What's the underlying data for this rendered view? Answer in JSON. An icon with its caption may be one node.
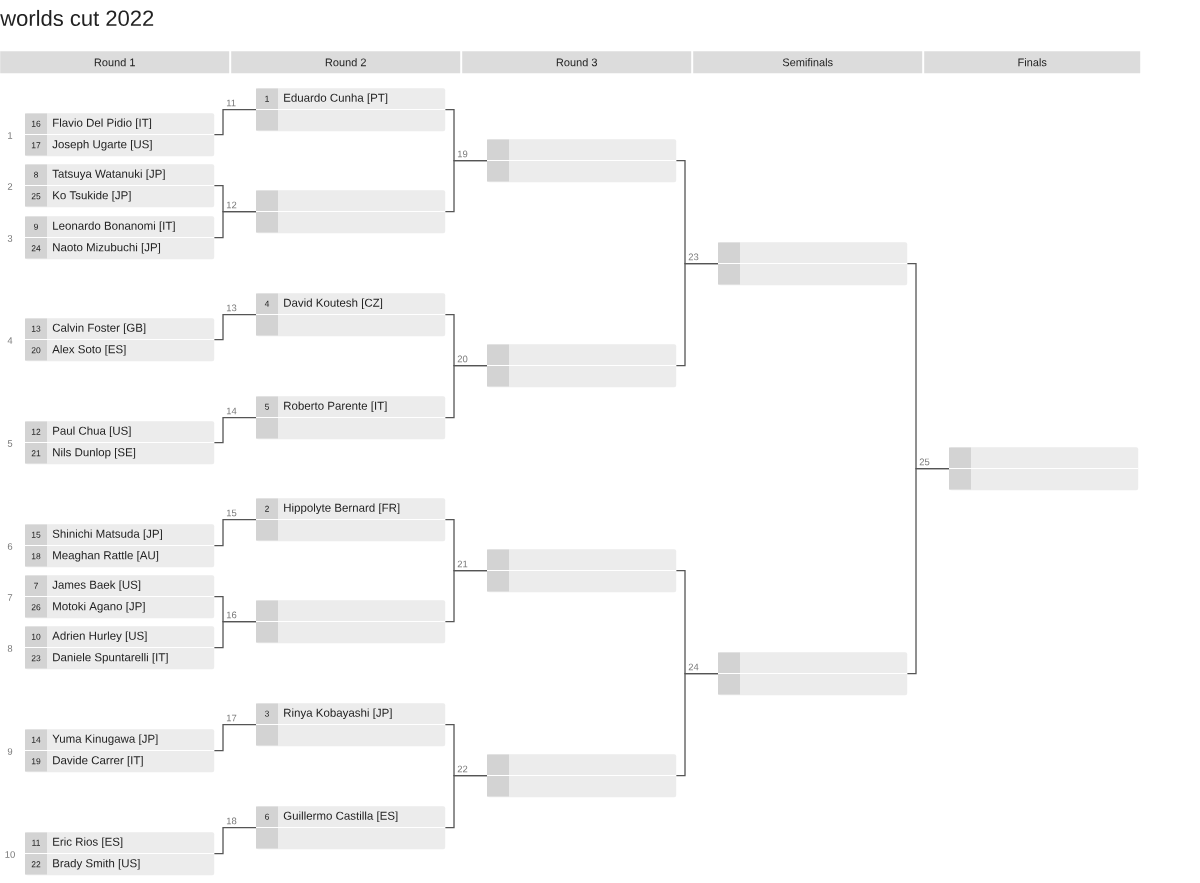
{
  "diagram": {
    "title": "worlds cut 2022",
    "nodes": [
      {
        "text": [
          "Round 1"
        ]
      },
      {
        "text": [
          "Round 2"
        ]
      },
      {
        "text": [
          "Round 3"
        ]
      },
      {
        "text": [
          "Semifinals"
        ]
      },
      {
        "text": [
          "Finals"
        ]
      },
      {
        "text": [
          "16",
          "Flavio Del Pidio [IT]",
          "17",
          "Joseph Ugarte [US]"
        ],
        "beside": [
          "1"
        ]
      },
      {
        "text": [
          "8",
          "Tatsuya Watanuki [JP]",
          "25",
          "Ko Tsukide [JP]"
        ],
        "beside": [
          "2"
        ]
      },
      {
        "text": [
          "9",
          "Leonardo Bonanomi [IT]",
          "24",
          "Naoto Mizubuchi [JP]"
        ],
        "beside": [
          "3"
        ]
      },
      {
        "text": [
          "13",
          "Calvin Foster [GB]",
          "20",
          "Alex Soto [ES]"
        ],
        "beside": [
          "4"
        ]
      },
      {
        "text": [
          "12",
          "Paul Chua [US]",
          "21",
          "Nils Dunlop [SE]"
        ],
        "beside": [
          "5"
        ]
      },
      {
        "text": [
          "15",
          "Shinichi Matsuda [JP]",
          "18",
          "Meaghan Rattle [AU]"
        ],
        "beside": [
          "6"
        ]
      },
      {
        "text": [
          "7",
          "James Baek [US]",
          "26",
          "Motoki Agano [JP]"
        ],
        "beside": [
          "7"
        ]
      },
      {
        "text": [
          "10",
          "Adrien Hurley [US]",
          "23",
          "Daniele Spuntarelli [IT]"
        ],
        "beside": [
          "8"
        ]
      },
      {
        "text": [
          "14",
          "Yuma Kinugawa [JP]",
          "19",
          "Davide Carrer [IT]"
        ],
        "beside": [
          "9"
        ]
      },
      {
        "text": [
          "11",
          "Eric Rios [ES]",
          "22",
          "Brady Smith [US]"
        ],
        "beside": [
          "10"
        ]
      },
      {
        "text": [
          "1",
          "Eduardo Cunha [PT]"
        ],
        "beside": [
          "11"
        ]
      },
      {
        "text": [],
        "shape": "box",
        "beside": [
          "12"
        ]
      },
      {
        "text": [
          "4",
          "David Koutesh [CZ]"
        ],
        "beside": [
          "13"
        ]
      },
      {
        "text": [
          "5",
          "Roberto Parente [IT]"
        ],
        "beside": [
          "14"
        ]
      },
      {
        "text": [
          "2",
          "Hippolyte Bernard [FR]"
        ],
        "beside": [
          "15"
        ]
      },
      {
        "text": [],
        "shape": "box",
        "beside": [
          "16"
        ]
      },
      {
        "text": [
          "3",
          "Rinya Kobayashi [JP]"
        ],
        "beside": [
          "17"
        ]
      },
      {
        "text": [
          "6",
          "Guillermo Castilla [ES]"
        ],
        "beside": [
          "18"
        ]
      },
      {
        "text": [],
        "shape": "box",
        "beside": [
          "19"
        ]
      },
      {
        "text": [],
        "shape": "box",
        "beside": [
          "20"
        ]
      },
      {
        "text": [],
        "shape": "box",
        "beside": [
          "21"
        ]
      },
      {
        "text": [],
        "shape": "box",
        "beside": [
          "22"
        ]
      },
      {
        "text": [],
        "shape": "box",
        "beside": [
          "23"
        ]
      },
      {
        "text": [],
        "shape": "box",
        "beside": [
          "24"
        ]
      },
      {
        "text": [],
        "shape": "box",
        "beside": [
          "25"
        ]
      }
    ],
    "edges": [
      {
        "from": 5,
        "to": 15,
        "arrow": "none"
      },
      {
        "from": 6,
        "to": 16,
        "arrow": "none"
      },
      {
        "from": 7,
        "to": 16,
        "arrow": "none"
      },
      {
        "from": 8,
        "to": 17,
        "arrow": "none"
      },
      {
        "from": 9,
        "to": 18,
        "arrow": "none"
      },
      {
        "from": 10,
        "to": 19,
        "arrow": "none"
      },
      {
        "from": 11,
        "to": 20,
        "arrow": "none"
      },
      {
        "from": 12,
        "to": 20,
        "arrow": "none"
      },
      {
        "from": 13,
        "to": 21,
        "arrow": "none"
      },
      {
        "from": 14,
        "to": 22,
        "arrow": "none"
      },
      {
        "from": 15,
        "to": 23,
        "arrow": "none"
      },
      {
        "from": 16,
        "to": 23,
        "arrow": "none"
      },
      {
        "from": 17,
        "to": 24,
        "arrow": "none"
      },
      {
        "from": 18,
        "to": 24,
        "arrow": "none"
      },
      {
        "from": 19,
        "to": 25,
        "arrow": "none"
      },
      {
        "from": 20,
        "to": 25,
        "arrow": "none"
      },
      {
        "from": 21,
        "to": 26,
        "arrow": "none"
      },
      {
        "from": 22,
        "to": 26,
        "arrow": "none"
      },
      {
        "from": 23,
        "to": 27,
        "arrow": "none"
      },
      {
        "from": 24,
        "to": 27,
        "arrow": "none"
      },
      {
        "from": 25,
        "to": 28,
        "arrow": "none"
      },
      {
        "from": 26,
        "to": 28,
        "arrow": "none"
      },
      {
        "from": 27,
        "to": 29,
        "arrow": "none"
      },
      {
        "from": 28,
        "to": 29,
        "arrow": "none"
      }
    ]
  }
}
